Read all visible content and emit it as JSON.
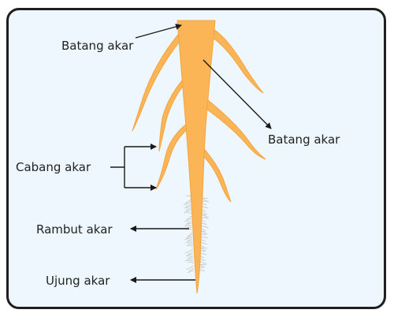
{
  "labels": {
    "batang_akar_top": "Batang akar",
    "batang_akar_right": "Batang akar",
    "cabang_akar": "Cabang akar",
    "rambut_akar": "Rambut akar",
    "ujung_akar": "Ujung akar"
  },
  "colors": {
    "root_fill": "#fbb556",
    "root_stroke": "#f3a43f",
    "root_hair": "#c9c9c9",
    "panel_background": "#edf7fd",
    "frame_border": "#1f1f1f",
    "arrow": "#1a1a1a"
  }
}
